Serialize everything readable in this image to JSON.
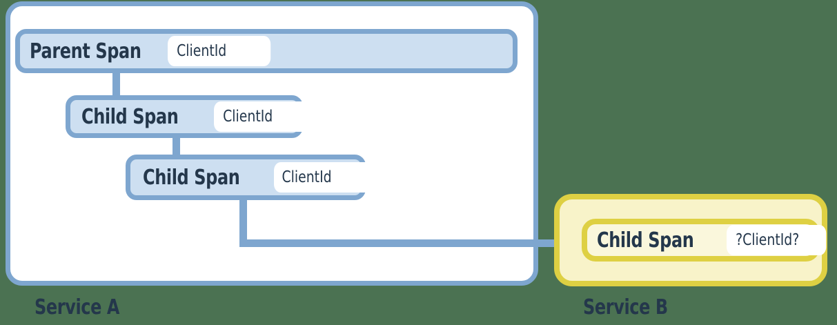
{
  "diagram": {
    "background_color": "#4b7252",
    "services": [
      {
        "id": "service-a",
        "label": "Service A",
        "border_color": "#7ea6cf",
        "fill_color": "#ffffff"
      },
      {
        "id": "service-b",
        "label": "Service B",
        "border_color": "#ded043",
        "fill_color": "#f8f3c9"
      }
    ],
    "spans": [
      {
        "id": "parent-span",
        "title": "Parent Span",
        "tag": "ClientId",
        "service": "service-a",
        "style": "blue"
      },
      {
        "id": "child-span-1",
        "title": "Child Span",
        "tag": "ClientId",
        "service": "service-a",
        "style": "blue"
      },
      {
        "id": "child-span-2",
        "title": "Child Span",
        "tag": "ClientId",
        "service": "service-a",
        "style": "blue"
      },
      {
        "id": "child-span-3",
        "title": "Child Span",
        "tag": "?ClientId?",
        "service": "service-b",
        "style": "yellow"
      }
    ],
    "connector_color": "#7ea6cf",
    "text_color": "#24374b"
  }
}
